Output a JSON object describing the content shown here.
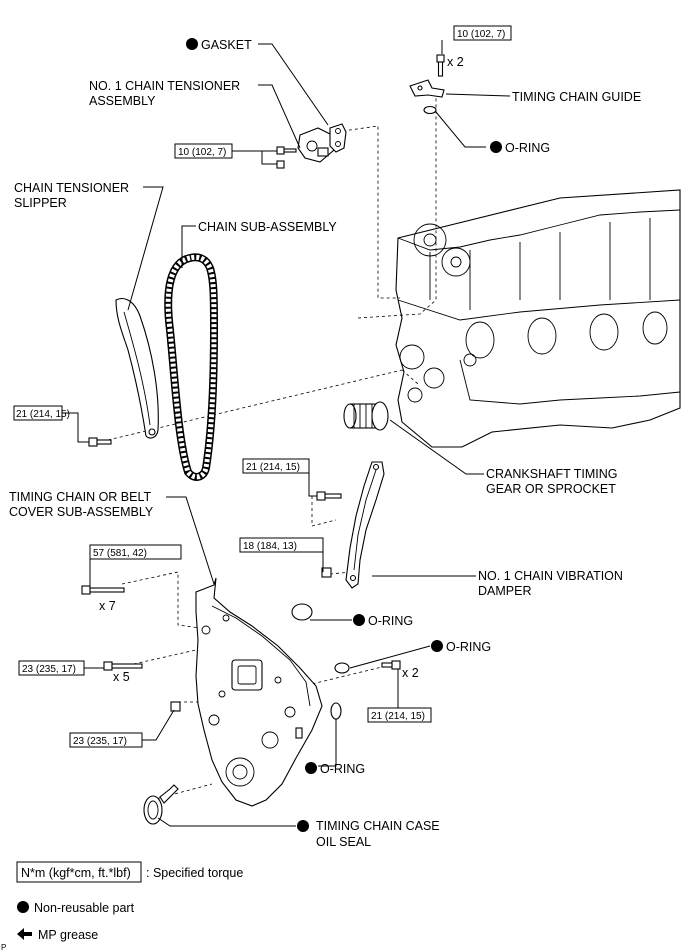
{
  "labels": {
    "gasket": "GASKET",
    "tensioner_assembly_line1": "NO. 1 CHAIN TENSIONER",
    "tensioner_assembly_line2": "ASSEMBLY",
    "timing_chain_guide": "TIMING CHAIN GUIDE",
    "o_ring_top": "O-RING",
    "tensioner_slipper_line1": "CHAIN TENSIONER",
    "tensioner_slipper_line2": "SLIPPER",
    "chain_sub_assembly": "CHAIN SUB-ASSEMBLY",
    "crank_gear_line1": "CRANKSHAFT TIMING",
    "crank_gear_line2": "GEAR OR SPROCKET",
    "cover_line1": "TIMING CHAIN OR BELT",
    "cover_line2": "COVER SUB-ASSEMBLY",
    "vibration_damper_line1": "NO. 1 CHAIN VIBRATION",
    "vibration_damper_line2": "DAMPER",
    "o_ring_1": "O-RING",
    "o_ring_2": "O-RING",
    "o_ring_3": "O-RING",
    "oil_seal_line1": "TIMING CHAIN CASE",
    "oil_seal_line2": "OIL SEAL"
  },
  "torques": {
    "guide_bolt": "10 (102, 7)",
    "tensioner_bolt": "10 (102, 7)",
    "slipper_bolt": "21 (214, 15)",
    "damper_bolt_upper": "21 (214, 15)",
    "damper_bolt_lower": "18 (184, 13)",
    "cover_bolt_57": "57 (581, 42)",
    "cover_bolt_23a": "23 (235, 17)",
    "cover_bolt_23b": "23 (235, 17)",
    "cover_bolt_21": "21 (214, 15)"
  },
  "quantities": {
    "guide_bolts": "x 2",
    "cover_bolts_57": "x 7",
    "cover_bolts_23": "x 5",
    "cover_bolts_21": "x 2"
  },
  "legend": {
    "torque_box": "N*m (kgf*cm, ft.*lbf)",
    "torque_desc": ": Specified torque",
    "non_reusable": "Non-reusable part",
    "mp_grease": "MP grease"
  },
  "corner_mark": "P",
  "colors": {
    "ink": "#000000",
    "paper": "#ffffff"
  }
}
